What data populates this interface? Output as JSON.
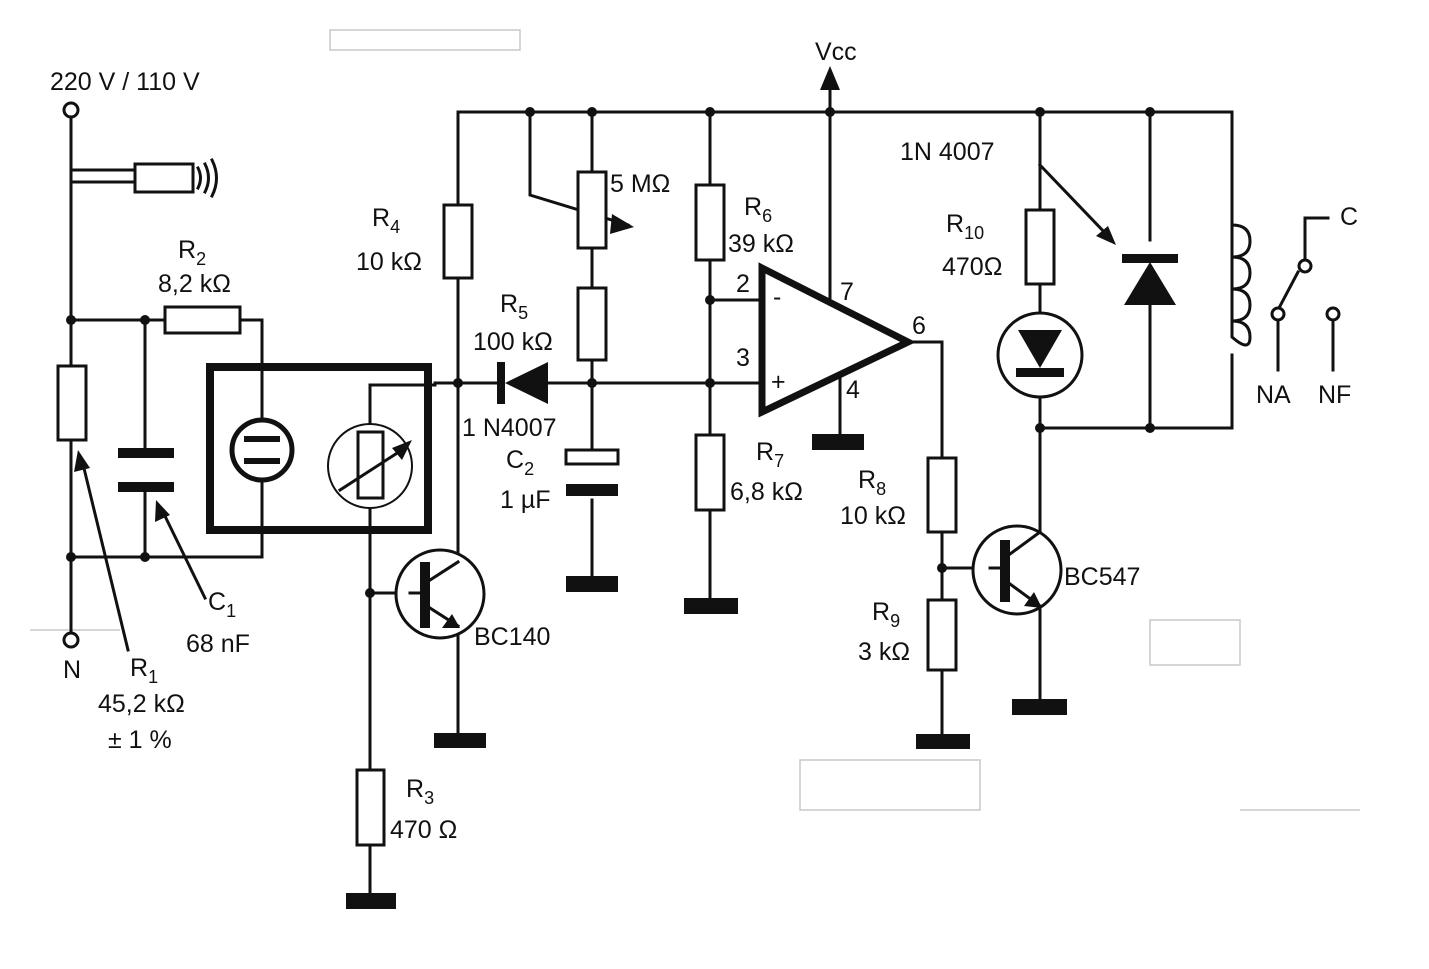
{
  "supply": {
    "mains": "220 V / 110 V",
    "vcc": "Vcc",
    "neutral": "N"
  },
  "components": {
    "r1": {
      "letter": "R",
      "sub": "1",
      "value": "45,2 kΩ",
      "tol": "± 1 %"
    },
    "r2": {
      "letter": "R",
      "sub": "2",
      "value": "8,2 kΩ"
    },
    "r3": {
      "letter": "R",
      "sub": "3",
      "value": "470 Ω"
    },
    "r4": {
      "letter": "R",
      "sub": "4",
      "value": "10 kΩ"
    },
    "r5": {
      "letter": "R",
      "sub": "5",
      "value": "100 kΩ"
    },
    "r6": {
      "letter": "R",
      "sub": "6",
      "value": "39 kΩ"
    },
    "r7": {
      "letter": "R",
      "sub": "7",
      "value": "6,8 kΩ"
    },
    "r8": {
      "letter": "R",
      "sub": "8",
      "value": "10 kΩ"
    },
    "r9": {
      "letter": "R",
      "sub": "9",
      "value": "3 kΩ"
    },
    "r10": {
      "letter": "R",
      "sub": "10",
      "value": "470Ω"
    },
    "c1": {
      "letter": "C",
      "sub": "1",
      "value": "68 nF"
    },
    "c2": {
      "letter": "C",
      "sub": "2",
      "value": "1 µF"
    },
    "pot": {
      "value": "5 MΩ"
    },
    "d1": {
      "value": "1 N4007"
    },
    "d2": {
      "value": "1N 4007"
    },
    "q1": {
      "value": "BC140"
    },
    "q2": {
      "value": "BC547"
    }
  },
  "opamp": {
    "pin2": "2",
    "pin3": "3",
    "pin4": "4",
    "pin6": "6",
    "pin7": "7",
    "minus": "-",
    "plus": "+"
  },
  "relay": {
    "c": "C",
    "na": "NA",
    "nf": "NF"
  }
}
